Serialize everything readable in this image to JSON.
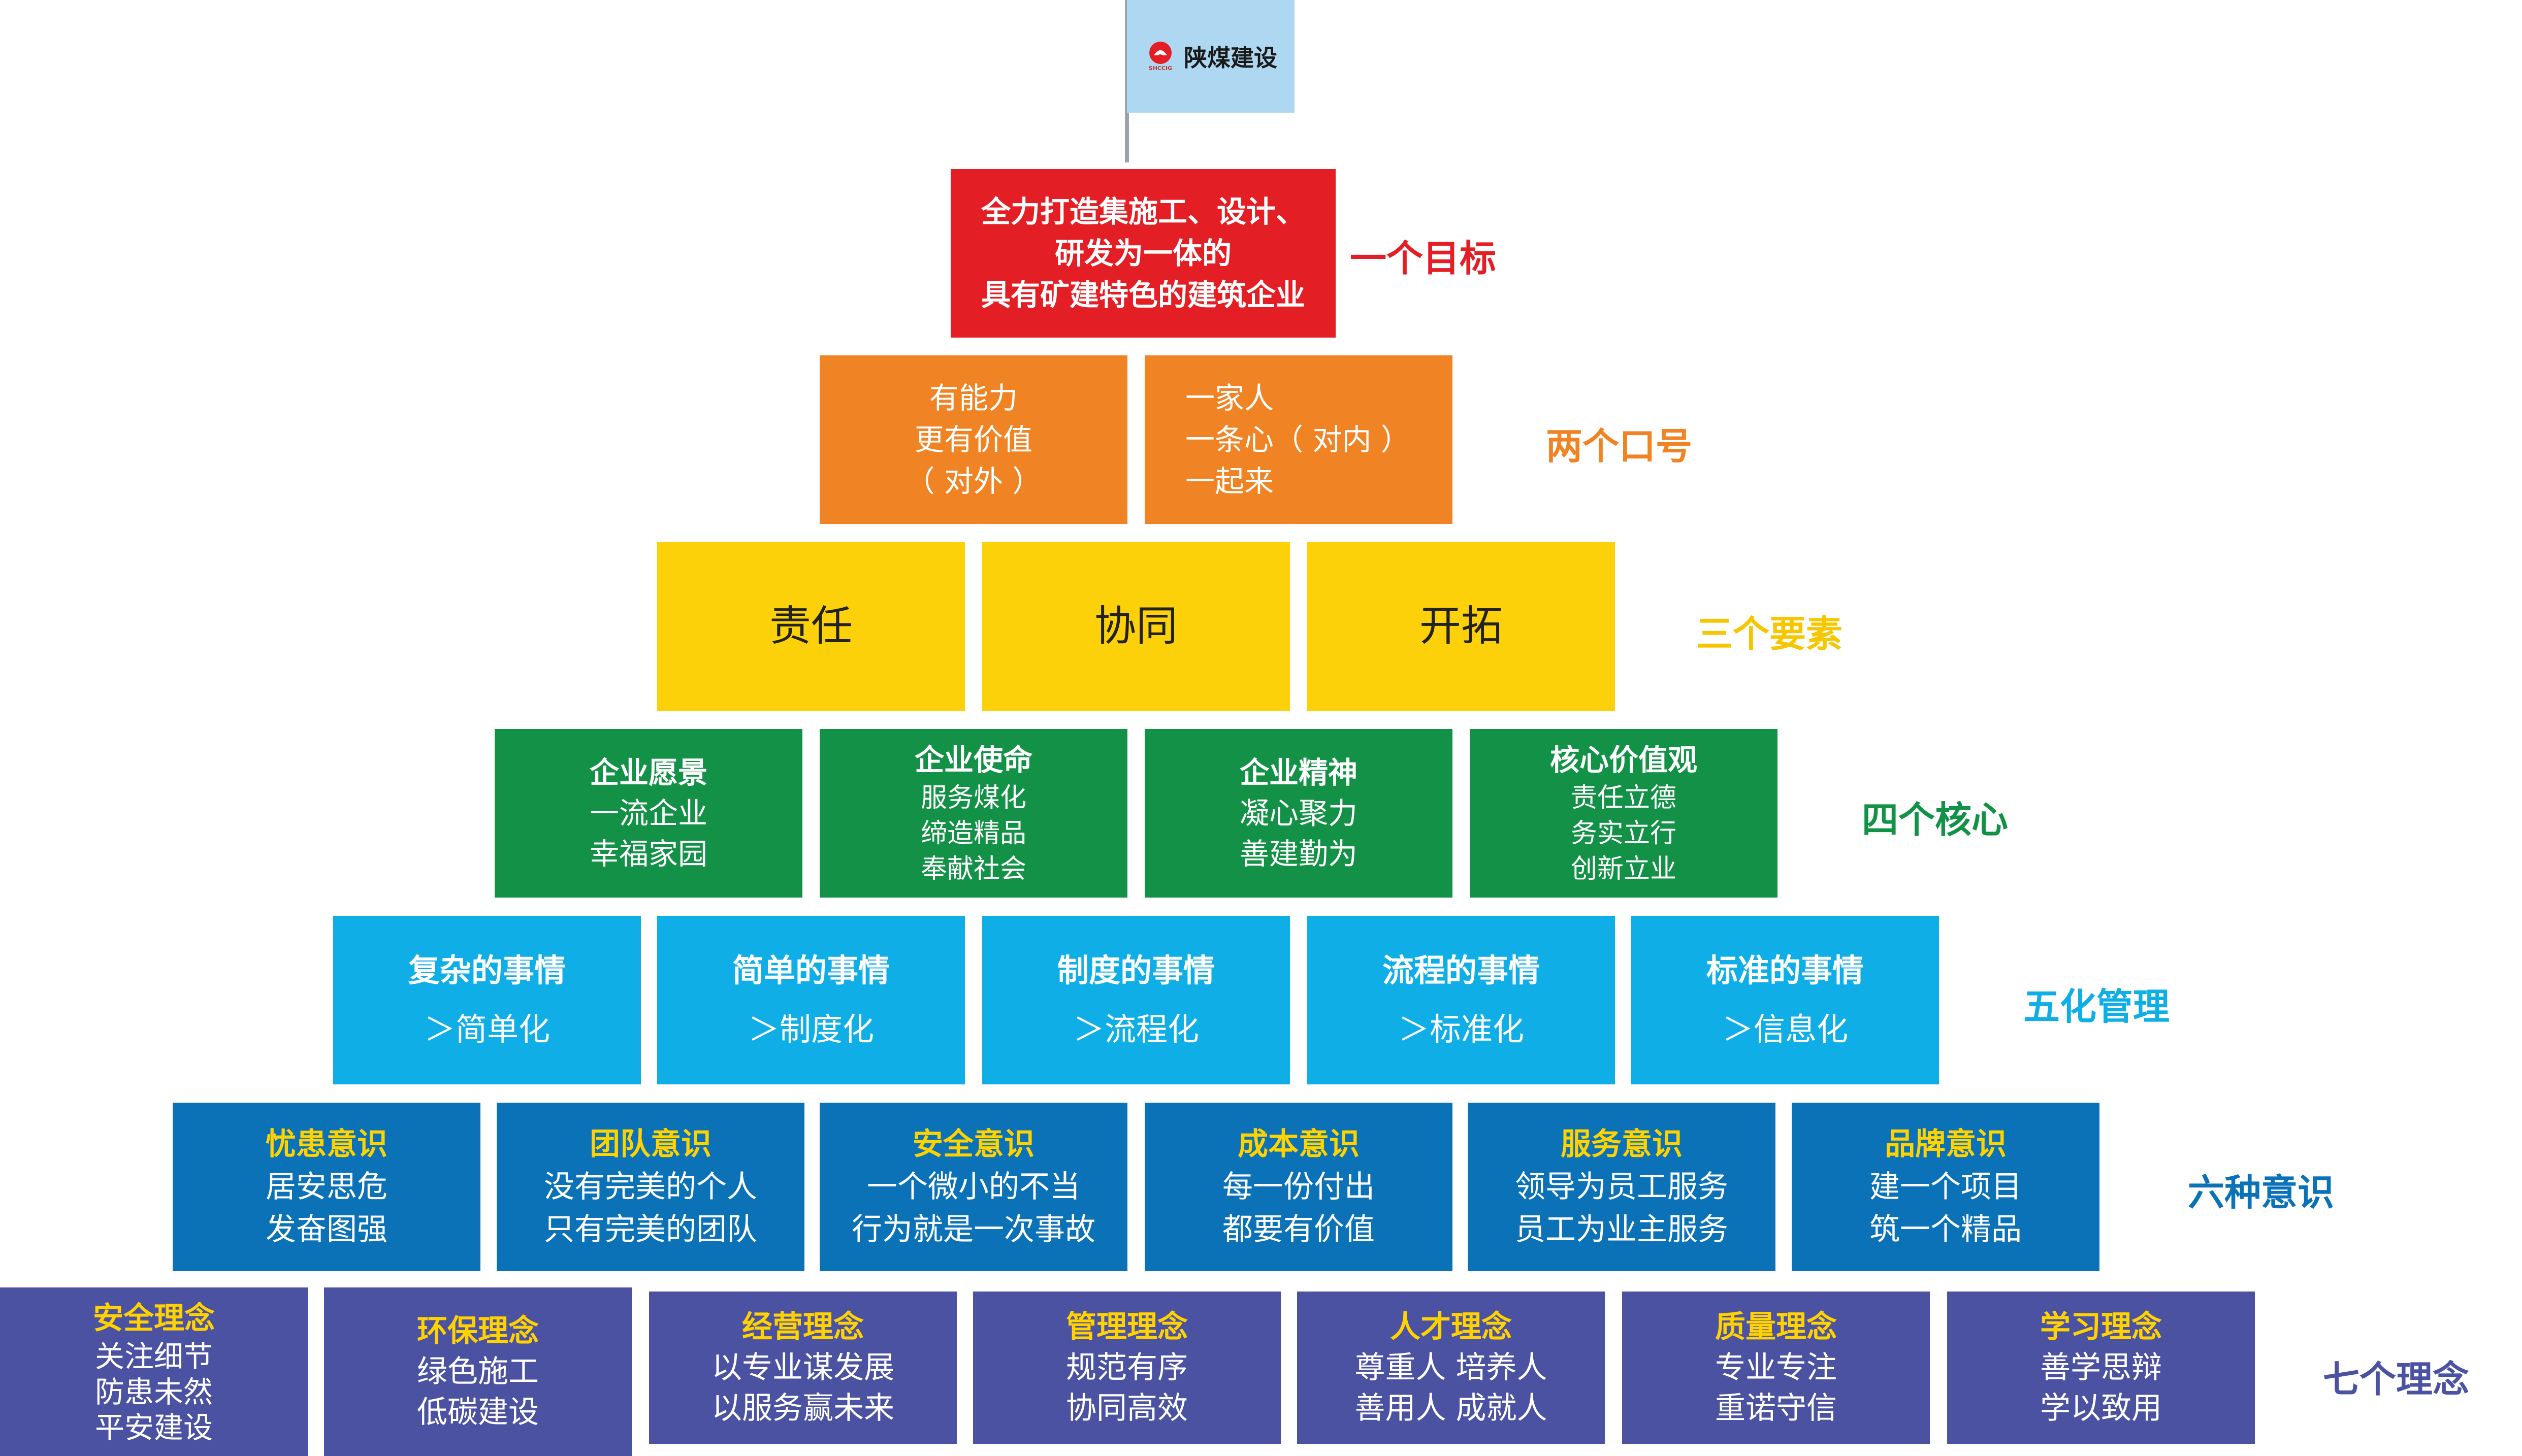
{
  "flag": {
    "name": "陕煤建设",
    "logo_sub": "SHCCIG"
  },
  "tiers": [
    {
      "label": "一个目标",
      "label_color": "#e31e24",
      "boxes": [
        {
          "lines": [
            "全力打造集施工、设计、",
            "研发为一体的",
            "具有矿建特色的建筑企业"
          ]
        }
      ]
    },
    {
      "label": "两个口号",
      "label_color": "#f08424",
      "boxes": [
        {
          "lines": [
            "有能力",
            "更有价值",
            "（ 对外 ）"
          ]
        },
        {
          "lines": [
            "一家人",
            "一条心（ 对内 ）",
            "一起来"
          ]
        }
      ]
    },
    {
      "label": "三个要素",
      "label_color": "#f6c700",
      "boxes": [
        {
          "text": "责任"
        },
        {
          "text": "协同"
        },
        {
          "text": "开拓"
        }
      ]
    },
    {
      "label": "四个核心",
      "label_color": "#139247",
      "boxes": [
        {
          "title": "企业愿景",
          "lines": [
            "一流企业",
            "幸福家园"
          ]
        },
        {
          "title": "企业使命",
          "lines": [
            "服务煤化",
            "缔造精品",
            "奉献社会"
          ]
        },
        {
          "title": "企业精神",
          "lines": [
            "凝心聚力",
            "善建勤为"
          ]
        },
        {
          "title": "核心价值观",
          "lines": [
            "责任立德",
            "务实立行",
            "创新立业"
          ]
        }
      ]
    },
    {
      "label": "五化管理",
      "label_color": "#10aee6",
      "boxes": [
        {
          "title": "复杂的事情",
          "sub": "＞简单化"
        },
        {
          "title": "简单的事情",
          "sub": "＞制度化"
        },
        {
          "title": "制度的事情",
          "sub": "＞流程化"
        },
        {
          "title": "流程的事情",
          "sub": "＞标准化"
        },
        {
          "title": "标准的事情",
          "sub": "＞信息化"
        }
      ]
    },
    {
      "label": "六种意识",
      "label_color": "#0b72b7",
      "boxes": [
        {
          "title": "忧患意识",
          "lines": [
            "居安思危",
            "发奋图强"
          ]
        },
        {
          "title": "团队意识",
          "lines": [
            "没有完美的个人",
            "只有完美的团队"
          ]
        },
        {
          "title": "安全意识",
          "lines": [
            "一个微小的不当",
            "行为就是一次事故"
          ]
        },
        {
          "title": "成本意识",
          "lines": [
            "每一份付出",
            "都要有价值"
          ]
        },
        {
          "title": "服务意识",
          "lines": [
            "领导为员工服务",
            "员工为业主服务"
          ]
        },
        {
          "title": "品牌意识",
          "lines": [
            "建一个项目",
            "筑一个精品"
          ]
        }
      ]
    },
    {
      "label": "七个理念",
      "label_color": "#4c52a2",
      "boxes": [
        {
          "title": "安全理念",
          "lines": [
            "关注细节",
            "防患未然",
            "平安建设"
          ]
        },
        {
          "title": "环保理念",
          "lines": [
            "绿色施工",
            "低碳建设"
          ]
        },
        {
          "title": "经营理念",
          "lines": [
            "以专业谋发展",
            "以服务赢未来"
          ]
        },
        {
          "title": "管理理念",
          "lines": [
            "规范有序",
            "协同高效"
          ]
        },
        {
          "title": "人才理念",
          "lines": [
            "尊重人  培养人",
            "善用人  成就人"
          ]
        },
        {
          "title": "质量理念",
          "lines": [
            "专业专注",
            "重诺守信"
          ]
        },
        {
          "title": "学习理念",
          "lines": [
            "善学思辩",
            "学以致用"
          ]
        }
      ]
    }
  ]
}
